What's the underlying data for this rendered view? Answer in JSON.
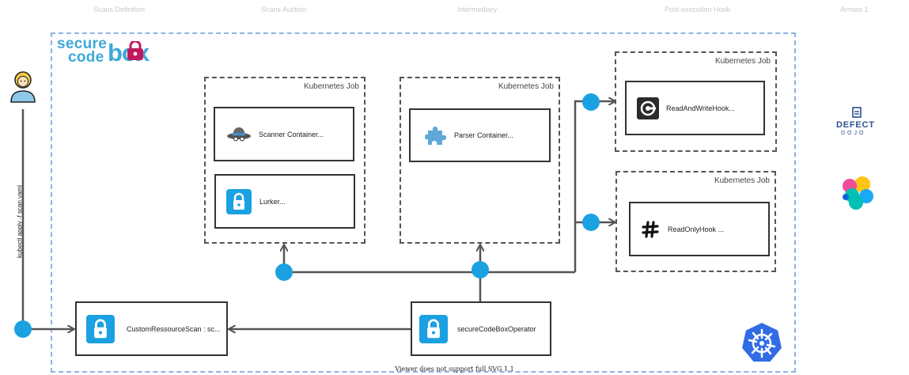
{
  "header_faint": [
    "Scans Definition",
    "Scans Auction",
    "Intermediary",
    "Post-execution Hook",
    "Arrows 1"
  ],
  "logo": {
    "line1": "secure",
    "line2": "code",
    "line3_text": "box"
  },
  "actor_command": "kubectl apply -f scan.yaml",
  "jobs": {
    "scan_job_label": "Kubernetes Job",
    "parser_job_label": "Kubernetes Job",
    "rw_hook_job_label": "Kubernetes Job",
    "ro_hook_job_label": "Kubernetes Job"
  },
  "boxes": {
    "scanner": "Scanner Container...",
    "lurker": "Lurker...",
    "parser": "Parser Container...",
    "rw_hook": "ReadAndWriteHook...",
    "ro_hook": "ReadOnlyHook ...",
    "scan_cr": "CustomRessourceScan : sc...",
    "operator": "secureCodeBoxOperator"
  },
  "integrations": {
    "defectdojo_line1": "DEFECT",
    "defectdojo_line2": "DOJO"
  },
  "footer": "Viewer does not support full SVG 1.1",
  "colors": {
    "accent_blue": "#1ba1e2",
    "frame_dashed": "#8fb3e3",
    "logo_blue": "#3ea8d8"
  },
  "icons": {
    "actor": "user-icon",
    "scanner": "spy-icon",
    "lurker": "lock-icon",
    "parser": "puzzle-icon",
    "rw_hook": "hook-icon",
    "ro_hook": "slack-icon",
    "scan_cr": "lock-icon",
    "operator": "lock-icon",
    "kubernetes": "kubernetes-icon",
    "defectdojo": "defectdojo-icon",
    "elastic": "elastic-icon"
  }
}
